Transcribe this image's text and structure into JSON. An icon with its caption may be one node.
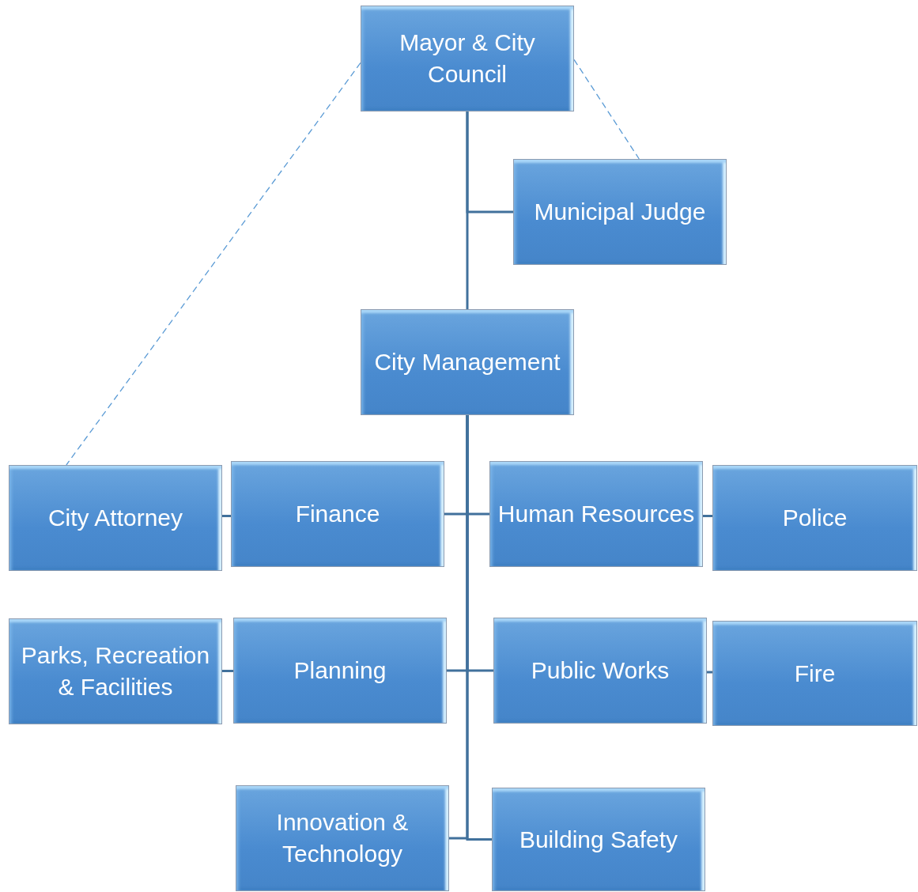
{
  "diagram": {
    "nodes": [
      {
        "text": [
          "Mayor & City Council"
        ]
      },
      {
        "text": [
          "Municipal Judge"
        ]
      },
      {
        "text": [
          "City Management"
        ]
      },
      {
        "text": [
          "City Attorney"
        ]
      },
      {
        "text": [
          "Finance"
        ]
      },
      {
        "text": [
          "Human Resources"
        ]
      },
      {
        "text": [
          "Police"
        ]
      },
      {
        "text": [
          "Parks, Recreation & Facilities"
        ]
      },
      {
        "text": [
          "Planning"
        ]
      },
      {
        "text": [
          "Public Works"
        ]
      },
      {
        "text": [
          "Fire"
        ]
      },
      {
        "text": [
          "Innovation & Technology"
        ]
      },
      {
        "text": [
          "Building Safety"
        ]
      }
    ],
    "edges": [
      {
        "from": 0,
        "to": 1,
        "arrow": "none"
      },
      {
        "from": 0,
        "to": 2,
        "arrow": "none"
      },
      {
        "from": 0,
        "to": 1,
        "arrow": "none",
        "style": "dashed",
        "color": "#5b9bd5"
      },
      {
        "from": 0,
        "to": 3,
        "arrow": "none",
        "style": "dashed",
        "color": "#5b9bd5"
      },
      {
        "from": 2,
        "to": 4,
        "arrow": "none"
      },
      {
        "from": 2,
        "to": 5,
        "arrow": "none"
      },
      {
        "from": 2,
        "to": 8,
        "arrow": "none"
      },
      {
        "from": 2,
        "to": 9,
        "arrow": "none"
      },
      {
        "from": 2,
        "to": 11,
        "arrow": "none"
      },
      {
        "from": 2,
        "to": 12,
        "arrow": "none"
      },
      {
        "from": 4,
        "to": 3,
        "arrow": "none"
      },
      {
        "from": 5,
        "to": 6,
        "arrow": "none"
      },
      {
        "from": 8,
        "to": 7,
        "arrow": "none"
      },
      {
        "from": 9,
        "to": 10,
        "arrow": "none"
      }
    ]
  }
}
